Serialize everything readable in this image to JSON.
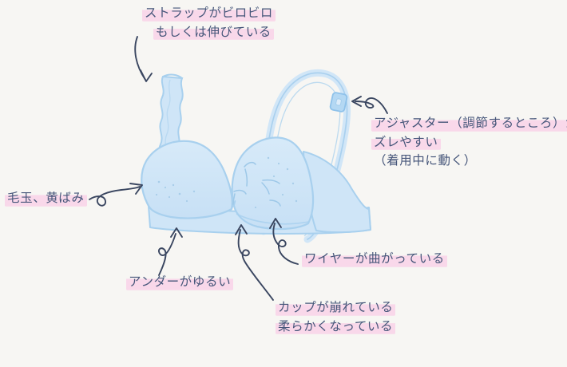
{
  "page": {
    "background_color": "#f7f6f3",
    "ink_color": "#46567a",
    "highlight_color": "#f9d3e8",
    "garment_fill_color": "#cfe5f7",
    "garment_outline_color": "#a8d0ee",
    "arrow_color": "#3a4660",
    "subject": "bra-wear-and-tear-illustration"
  },
  "annotations": {
    "strap": {
      "line1": "ストラップがビロビロ",
      "line2": "もしくは伸びている",
      "line1_highlighted": true,
      "line2_highlighted": true,
      "points_to": "shoulder-strap"
    },
    "adjuster": {
      "line1": "アジャスター（調節するところ）が",
      "line2": "ズレやすい",
      "line3": "（着用中に動く）",
      "line1_highlighted": true,
      "line2_highlighted": true,
      "line3_highlighted": false,
      "points_to": "strap-adjuster-slider"
    },
    "pilling": {
      "line1": "毛玉、黄ばみ",
      "line1_highlighted": true,
      "points_to": "left-cup-surface"
    },
    "underband": {
      "line1": "アンダーがゆるい",
      "line1_highlighted": true,
      "points_to": "underband"
    },
    "wire": {
      "line1": "ワイヤーが曲がっている",
      "line1_highlighted": true,
      "points_to": "underwire"
    },
    "cup": {
      "line1": "カップが崩れている",
      "line2": "柔らかくなっている",
      "line1_highlighted": true,
      "line2_highlighted": true,
      "points_to": "right-cup"
    }
  }
}
